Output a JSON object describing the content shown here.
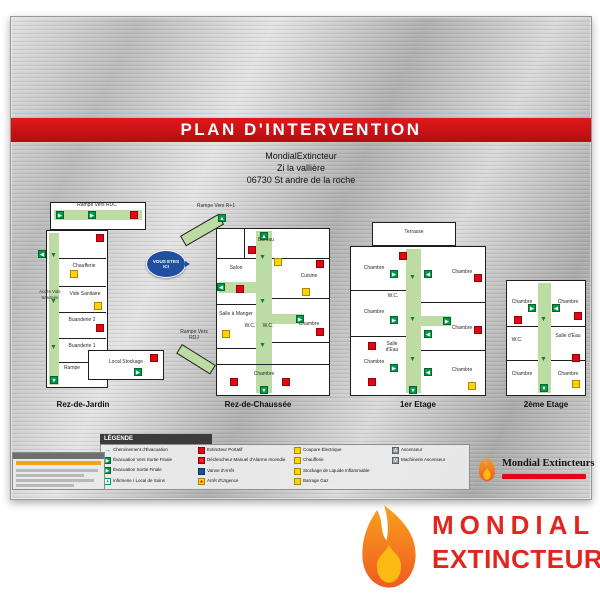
{
  "panel": {
    "title": "PLAN D'INTERVENTION",
    "address": [
      "MondialExtincteur",
      "Zi la vallière",
      "06730 St andre de la roche"
    ],
    "you_are_here": {
      "line1": "VOUS ETES",
      "line2": "ICI"
    }
  },
  "floors": [
    {
      "label": "Rez-de-Jardin",
      "rooms": [
        "Rampe Vers RDC",
        "Chaufferie",
        "Accès Vide Sanitaire",
        "Vide Sanitaire",
        "Buanderie 2",
        "Buanderie 1",
        "Rampe",
        "Local Stockage"
      ]
    },
    {
      "label": "Rez-de-Chaussée",
      "rooms": [
        "Rampe Vers R+1",
        "Bureau",
        "Salon",
        "Cuisine",
        "Salle à Manger",
        "W.C.",
        "W.C.",
        "Chambre",
        "Chambre",
        "Rampe Vers RDJ"
      ]
    },
    {
      "label": "1er Etage",
      "rooms": [
        "Terrasse",
        "Chambre",
        "Chambre",
        "Chambre",
        "W.C.",
        "Salle d'Eau",
        "Chambre",
        "Chambre",
        "Chambre"
      ]
    },
    {
      "label": "2ème Etage",
      "rooms": [
        "Chambre",
        "Chambre",
        "W.C.",
        "Salle d'Eau",
        "Chambre",
        "Chambre"
      ]
    }
  ],
  "legend": {
    "title": "LÉGENDE",
    "columns": [
      {
        "items": [
          {
            "icon": "evacuation-path",
            "label": "Cheminement d'Évacuation"
          },
          {
            "icon": "exit-arrow",
            "label": "Évacuation Vers Sortie Finale"
          },
          {
            "icon": "final-exit",
            "label": "Évacuation Sortie Finale"
          },
          {
            "icon": "first-aid",
            "label": "Infirmerie / Local de Soins"
          }
        ]
      },
      {
        "items": [
          {
            "icon": "extinguisher",
            "label": "Extincteur Portatif"
          },
          {
            "icon": "manual-call-point",
            "label": "Déclencheur Manuel d'Alarme Incendie"
          },
          {
            "icon": "shutoff-valve",
            "label": "Vanne d'Arrêt"
          },
          {
            "icon": "emergency-stop",
            "label": "Arrêt d'Urgence"
          }
        ]
      },
      {
        "items": [
          {
            "icon": "power-cut",
            "label": "Coupure Électrique"
          },
          {
            "icon": "boiler-room",
            "label": "Chaufferie"
          },
          {
            "icon": "flammable-storage",
            "label": "Stockage de Liquide Inflammable"
          },
          {
            "icon": "gas-shutoff",
            "label": "Barrage Gaz"
          }
        ]
      },
      {
        "items": [
          {
            "icon": "elevator",
            "label": "Ascenseur"
          },
          {
            "icon": "elevator-machinery",
            "label": "Machinerie Ascenseur"
          }
        ]
      }
    ]
  },
  "brand": {
    "panel_name": "Mondial Extincteurs",
    "footer_line1": "MONDIAL",
    "footer_line2": "EXTINCTEUR"
  },
  "colors": {
    "banner_red": "#d10f14",
    "footer_red": "#e3261d",
    "evacuation_green": "#009b48",
    "corridor_green": "#bcdca4",
    "alarm_red": "#e30613",
    "hazard_yellow": "#ffd400",
    "you_are_here_blue": "#1e4fa1",
    "flame_orange": "#f7941d"
  }
}
